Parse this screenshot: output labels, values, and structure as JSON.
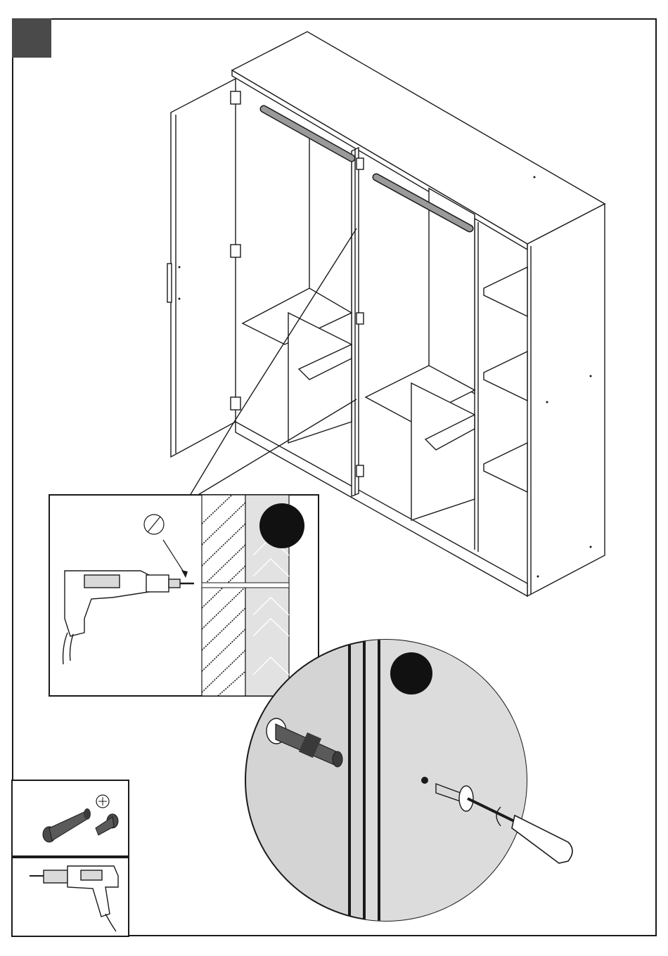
{
  "page": {
    "type": "assembly-instruction"
  },
  "step": {
    "badge_color": "#4a4a4a"
  },
  "colors": {
    "line": "#1a1a1a",
    "panel_gray": "#d9d9d9",
    "circle_bg": "#d4d4d4",
    "badge": "#111111"
  },
  "illustrations": [
    {
      "name": "wardrobe-isometric"
    },
    {
      "name": "drill-detail-inset"
    },
    {
      "name": "connector-zoom-circle"
    },
    {
      "name": "parts-connector-bolt"
    },
    {
      "name": "tool-electric-drill"
    }
  ]
}
